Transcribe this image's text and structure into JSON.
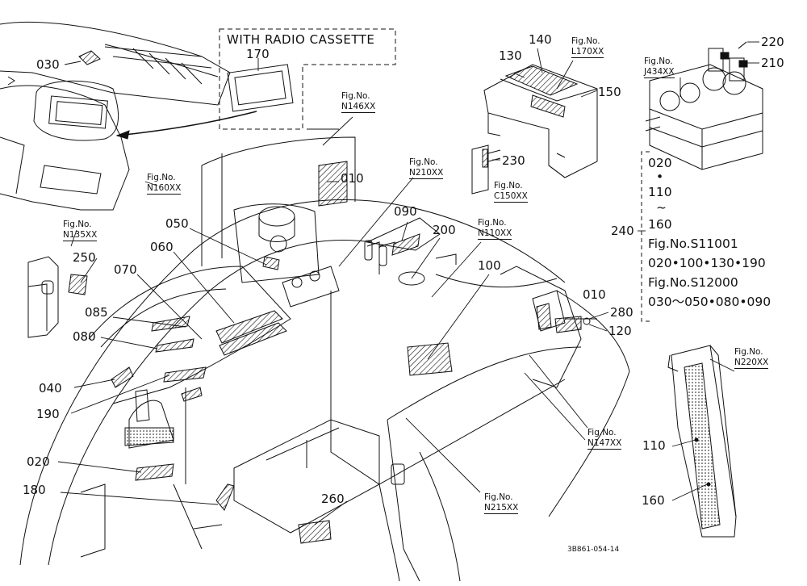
{
  "diagram": {
    "banner": "WITH RADIO CASSETTE",
    "drawing_code": "3B861-054-14",
    "part_numbers": {
      "p030": "030",
      "p170": "170",
      "p140": "140",
      "p130": "130",
      "p150": "150",
      "p220": "220",
      "p210": "210",
      "p010a": "010",
      "p230": "230",
      "p090": "090",
      "p200": "200",
      "p050": "050",
      "p060": "060",
      "p070": "070",
      "p250": "250",
      "p085": "085",
      "p080": "080",
      "p040": "040",
      "p190": "190",
      "p100": "100",
      "p010b": "010",
      "p280": "280",
      "p120": "120",
      "p240": "240",
      "p020": "020",
      "p180": "180",
      "p260": "260",
      "p110": "110",
      "p160": "160"
    },
    "fig_refs": {
      "l170": [
        "Fig.No.",
        "L170XX"
      ],
      "j434": [
        "Fig.No.",
        "J434XX"
      ],
      "n146": [
        "Fig.No.",
        "N146XX"
      ],
      "n160": [
        "Fig.No.",
        "N160XX"
      ],
      "n210": [
        "Fig.No.",
        "N210XX"
      ],
      "c150": [
        "Fig.No.",
        "C150XX"
      ],
      "n135": [
        "Fig.No.",
        "N135XX"
      ],
      "n110": [
        "Fig.No.",
        "N110XX"
      ],
      "n220": [
        "Fig.No.",
        "N220XX"
      ],
      "n147": [
        "Fig.No.",
        "N147XX"
      ],
      "n215": [
        "Fig.No.",
        "N215XX"
      ]
    },
    "note_240": {
      "lines": [
        "020",
        "•",
        "110",
        "~",
        "160",
        "Fig.No.S11001",
        "020•100•130•190",
        "Fig.No.S12000",
        "030～050•080•090"
      ]
    }
  }
}
